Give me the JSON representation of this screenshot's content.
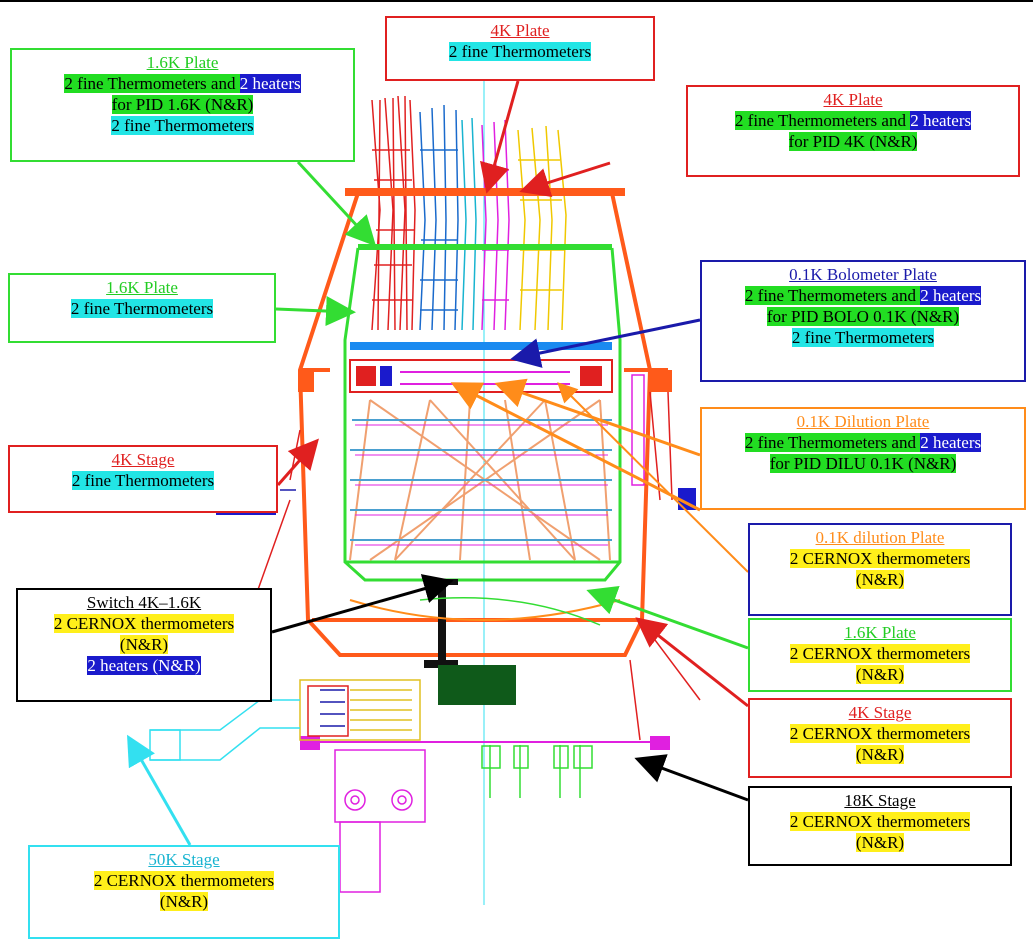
{
  "labels": {
    "top_4k": {
      "title": "4K Plate",
      "l1": "2 fine Thermometers"
    },
    "plate_16k_top": {
      "title": "1.6K Plate",
      "l1a": "2 fine Thermometers and ",
      "l1b": "2 heaters",
      "l2": "for PID 1.6K (N&R)",
      "l3": "2 fine Thermometers"
    },
    "plate_4k_right": {
      "title": "4K Plate",
      "l1a": "2 fine Thermometers and ",
      "l1b": "2 heaters",
      "l2": "for PID 4K (N&R)"
    },
    "plate_16k_mid": {
      "title": "1.6K Plate",
      "l1": "2 fine Thermometers"
    },
    "bolo_01k": {
      "title": "0.1K Bolometer Plate",
      "l1a": "2 fine Thermometers and ",
      "l1b": "2 heaters",
      "l2": "for PID BOLO 0.1K (N&R)",
      "l3": "2 fine Thermometers"
    },
    "stage_4k_left": {
      "title": "4K Stage",
      "l1": "2 fine Thermometers"
    },
    "dilu_01k": {
      "title": "0.1K Dilution Plate",
      "l1a": "2 fine Thermometers and ",
      "l1b": "2 heaters",
      "l2": "for PID DILU 0.1K (N&R)"
    },
    "dilution_plate_cernox": {
      "title": "0.1K dilution Plate",
      "l1": "2 CERNOX thermometers",
      "l2": "(N&R)"
    },
    "switch": {
      "title": "Switch 4K–1.6K",
      "l1": "2 CERNOX thermometers",
      "l2": "(N&R)",
      "l3": "2 heaters (N&R)"
    },
    "plate_16k_cernox": {
      "title": "1.6K Plate",
      "l1": "2 CERNOX thermometers",
      "l2": "(N&R)"
    },
    "stage_4k_cernox": {
      "title": "4K Stage",
      "l1": "2 CERNOX thermometers",
      "l2": "(N&R)"
    },
    "stage_18k": {
      "title": "18K Stage",
      "l1": "2 CERNOX thermometers",
      "l2": "(N&R)"
    },
    "stage_50k": {
      "title": "50K Stage",
      "l1": "2 CERNOX thermometers",
      "l2": "(N&R)"
    }
  },
  "colors": {
    "red": "#e02020",
    "green": "#33dd33",
    "blue": "#1a1aaa",
    "orange": "#ff8c1a",
    "black": "#000000",
    "cyan": "#33e0f0",
    "yellow": "#ffef1a",
    "magenta": "#e020e0",
    "dark_green": "#0f5a1a"
  }
}
